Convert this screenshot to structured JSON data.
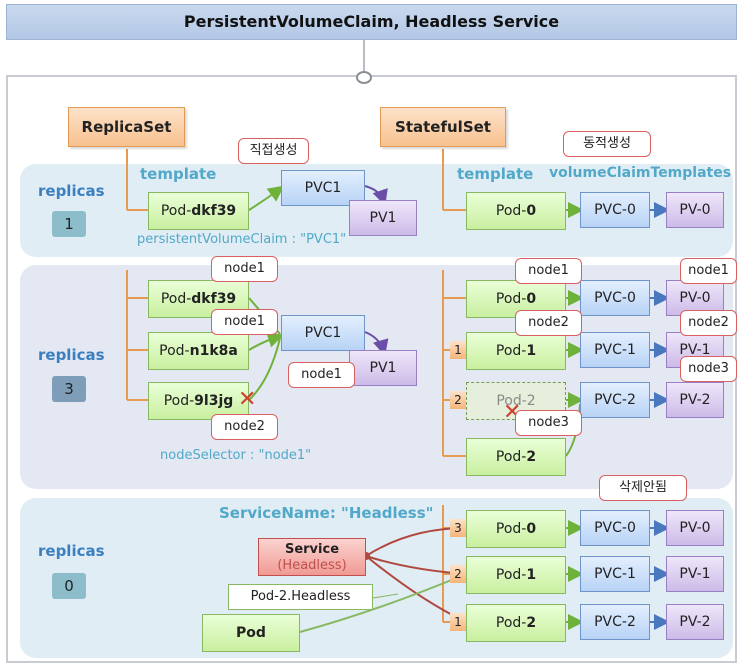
{
  "title": "PersistentVolumeClaim, Headless Service",
  "headers": {
    "replicaset": "ReplicaSet",
    "statefulset": "StatefulSet"
  },
  "row1": {
    "replicas_label": "replicas",
    "replicas_value": "1",
    "template_left": "template",
    "template_right": "template",
    "vct_label": "volumeClaimTemplates",
    "callout_direct": "직접생성",
    "callout_dynamic": "동적생성",
    "pod_prefix": "Pod-",
    "rs_pod_name": "dkf39",
    "rs_pvc": "PVC1",
    "rs_pv": "PV1",
    "pvc_note": "persistentVolumeClaim : \"PVC1\"",
    "ss_pod_name": "0",
    "ss_pvc": "PVC-0",
    "ss_pv": "PV-0"
  },
  "row2": {
    "replicas_label": "replicas",
    "replicas_value": "3",
    "pod_prefix": "Pod-",
    "rs_pods": [
      "dkf39",
      "n1k8a",
      "9l3jg"
    ],
    "rs_pvc": "PVC1",
    "rs_pv": "PV1",
    "callouts_rs": [
      "node1",
      "node1",
      "node1",
      "node2"
    ],
    "node_selector": "nodeSelector : \"node1\"",
    "ss_pods": [
      "0",
      "1",
      "2",
      "2"
    ],
    "ss_pvcs": [
      "PVC-0",
      "PVC-1",
      "PVC-2"
    ],
    "ss_pvs": [
      "PV-0",
      "PV-1",
      "PV-2"
    ],
    "callouts_ss": [
      "node1",
      "node1",
      "node2",
      "node2",
      "node3",
      "node3"
    ],
    "indexes": [
      "1",
      "2"
    ]
  },
  "row3": {
    "replicas_label": "replicas",
    "replicas_value": "0",
    "service_name": "ServiceName: \"Headless\"",
    "service_t1": "Service",
    "service_t2": "(Headless)",
    "pod2_headless": "Pod-2.Headless",
    "pod_label": "Pod",
    "pod_prefix": "Pod-",
    "callout_not_deleted": "삭제안됨",
    "ss_pods": [
      "0",
      "1",
      "2"
    ],
    "ss_pvcs": [
      "PVC-0",
      "PVC-1",
      "PVC-2"
    ],
    "ss_pvs": [
      "PV-0",
      "PV-1",
      "PV-2"
    ],
    "indexes": [
      "3",
      "2",
      "1"
    ]
  }
}
